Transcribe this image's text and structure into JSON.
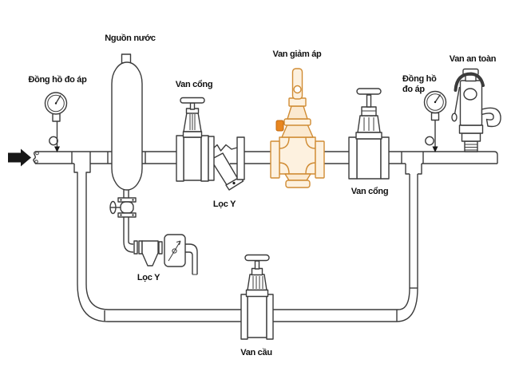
{
  "diagram": {
    "type": "piping-installation-schematic",
    "labels": {
      "water_source": "Nguồn nước",
      "pressure_gauge_left": "Đồng hồ đo áp",
      "gate_valve_inlet": "Van cổng",
      "strainer_main": "Lọc Y",
      "pressure_reducing_valve": "Van giảm áp",
      "gate_valve_outlet": "Van cổng",
      "pressure_gauge_right_line1": "Đồng hồ",
      "pressure_gauge_right_line2": "đo áp",
      "safety_valve": "Van an toàn",
      "strainer_pilot": "Lọc Y",
      "globe_valve_bypass": "Van cầu"
    },
    "colors": {
      "line": "#3b3b3b",
      "arrow": "#151515",
      "background": "#ffffff",
      "prv_outline": "#d08c34",
      "prv_fill_light": "#fdf1df",
      "prv_fill_mid": "#fbe9d0",
      "prv_accent": "#e8861f"
    }
  }
}
